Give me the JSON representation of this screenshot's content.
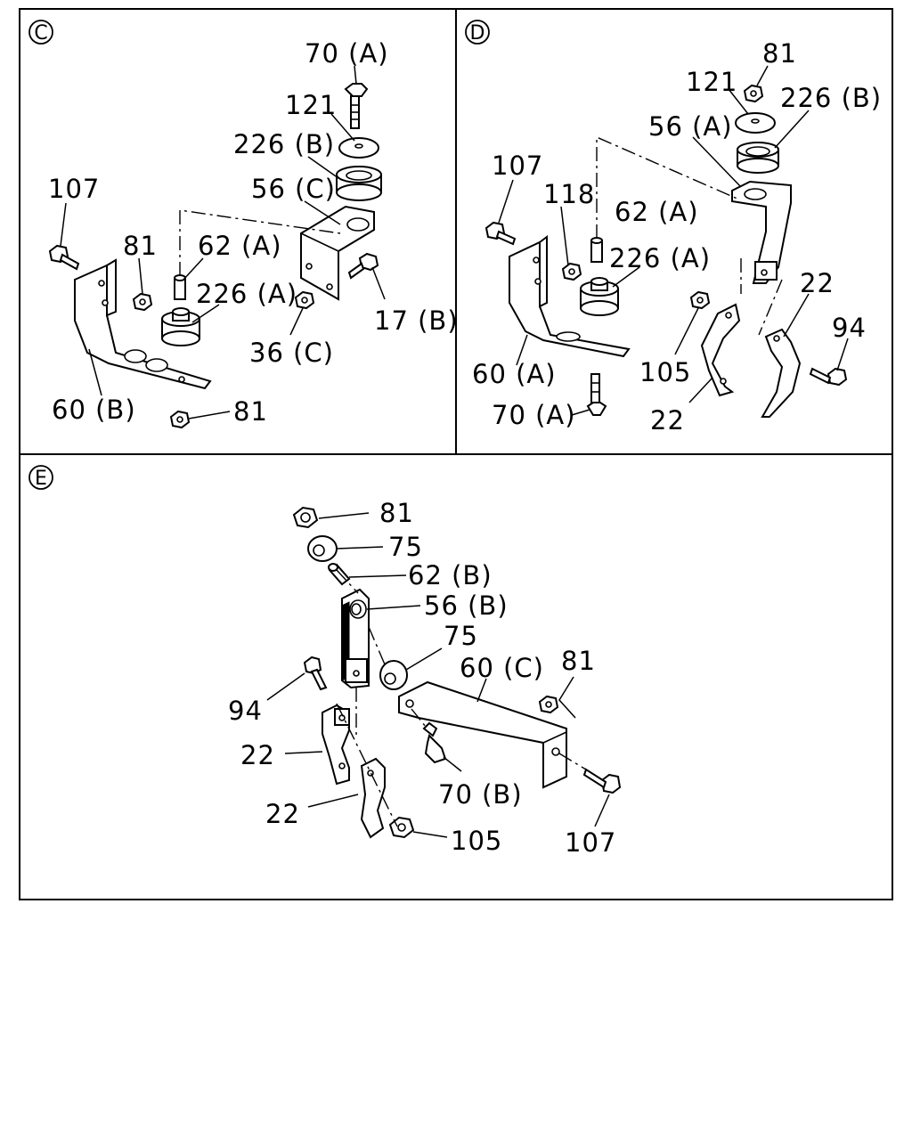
{
  "panels": {
    "C": {
      "title": "C",
      "labels": {
        "l70a": "70 (A)",
        "l121": "121",
        "l226b": "226 (B)",
        "l56c": "56 (C)",
        "l107": "107",
        "l81a": "81",
        "l62a": "62 (A)",
        "l226a": "226 (A)",
        "l17b": "17 (B)",
        "l36c": "36 (C)",
        "l60b": "60 (B)",
        "l81b": "81"
      }
    },
    "D": {
      "title": "D",
      "labels": {
        "l81": "81",
        "l121": "121",
        "l226b": "226 (B)",
        "l56a": "56 (A)",
        "l107": "107",
        "l118": "118",
        "l62a": "62 (A)",
        "l226a": "226 (A)",
        "l22a": "22",
        "l94": "94",
        "l60a": "60 (A)",
        "l105": "105",
        "l70a": "70 (A)",
        "l22b": "22"
      }
    },
    "E": {
      "title": "E",
      "labels": {
        "l81a": "81",
        "l75a": "75",
        "l62b": "62 (B)",
        "l56b": "56 (B)",
        "l75b": "75",
        "l60c": "60 (C)",
        "l81b": "81",
        "l94": "94",
        "l22a": "22",
        "l22b": "22",
        "l70b": "70 (B)",
        "l105": "105",
        "l107": "107"
      }
    }
  }
}
